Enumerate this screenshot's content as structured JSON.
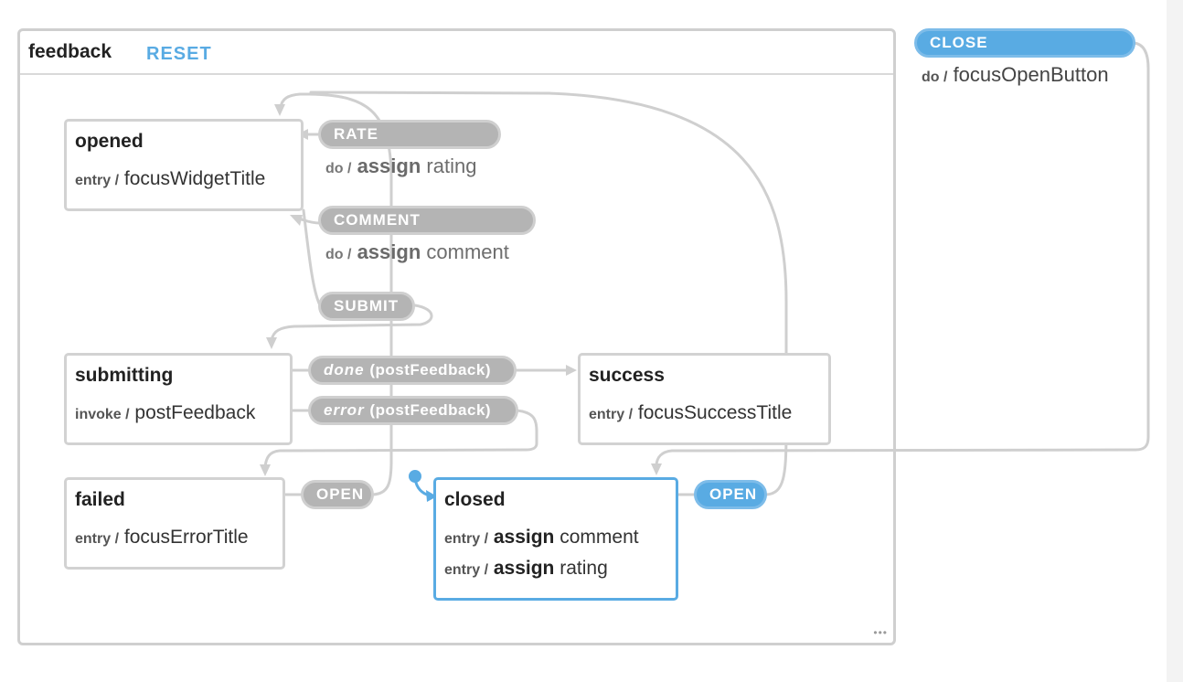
{
  "machine": {
    "title": "feedback",
    "reset_label": "RESET"
  },
  "states": {
    "opened": {
      "name": "opened",
      "actions": [
        {
          "kind": "entry /",
          "name": "focusWidgetTitle"
        }
      ]
    },
    "submitting": {
      "name": "submitting",
      "actions": [
        {
          "kind": "invoke /",
          "name": "postFeedback"
        }
      ]
    },
    "success": {
      "name": "success",
      "actions": [
        {
          "kind": "entry /",
          "name": "focusSuccessTitle"
        }
      ]
    },
    "failed": {
      "name": "failed",
      "actions": [
        {
          "kind": "entry /",
          "name": "focusErrorTitle"
        }
      ]
    },
    "closed": {
      "name": "closed",
      "actions": [
        {
          "kind": "entry /",
          "verb": "assign",
          "name": "comment"
        },
        {
          "kind": "entry /",
          "verb": "assign",
          "name": "rating"
        }
      ]
    }
  },
  "events": {
    "rate": {
      "label": "RATE",
      "action_kind": "do /",
      "action_verb": "assign",
      "action_name": "rating"
    },
    "comment": {
      "label": "COMMENT",
      "action_kind": "do /",
      "action_verb": "assign",
      "action_name": "comment"
    },
    "submit": {
      "label": "SUBMIT"
    },
    "done": {
      "prefix": "done",
      "suffix": "(postFeedback)"
    },
    "error": {
      "prefix": "error",
      "suffix": "(postFeedback)"
    },
    "open_failed": {
      "label": "OPEN"
    },
    "open_closed": {
      "label": "OPEN"
    },
    "close": {
      "label": "CLOSE",
      "action_kind": "do /",
      "action_name": "focusOpenButton"
    }
  },
  "colors": {
    "active": "#59abe3",
    "event_gray": "#b4b4b4",
    "edge": "#cfcfcf",
    "border": "#d2d2d2"
  }
}
